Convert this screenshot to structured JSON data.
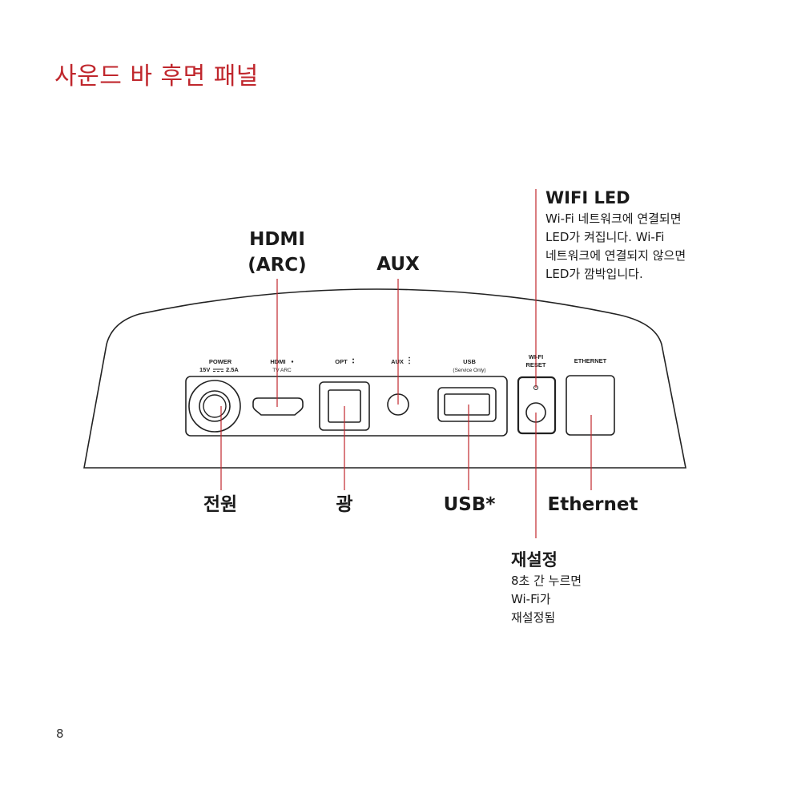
{
  "page": {
    "title": "사운드 바 후면 패널",
    "page_number": "8"
  },
  "callouts": {
    "hdmi": {
      "line1": "HDMI",
      "line2": "(ARC)"
    },
    "aux": "AUX",
    "wifi_led": {
      "title": "WIFI LED",
      "lines": [
        "Wi-Fi 네트워크에 연결되면",
        "LED가 켜집니다. Wi-Fi",
        "네트워크에 연결되지 않으면",
        "LED가 깜박입니다."
      ]
    },
    "power": "전원",
    "optical": "광",
    "usb": "USB*",
    "ethernet": "Ethernet",
    "reset": {
      "title": "재설정",
      "lines": [
        "8초 간 누르면",
        "Wi-Fi가",
        "재설정됨"
      ]
    }
  },
  "panel_labels": {
    "power": "POWER",
    "power_spec_left": "15V",
    "power_spec_right": "2.5A",
    "hdmi": "HDMI",
    "hdmi_sub": "TV ARC",
    "opt": "OPT",
    "aux": "AUX",
    "usb": "USB",
    "usb_sub": "(Service Only)",
    "wifi": "WI-FI",
    "reset": "RESET",
    "ethernet": "ETHERNET"
  },
  "colors": {
    "accent": "#c0272d",
    "outline": "#222222"
  }
}
